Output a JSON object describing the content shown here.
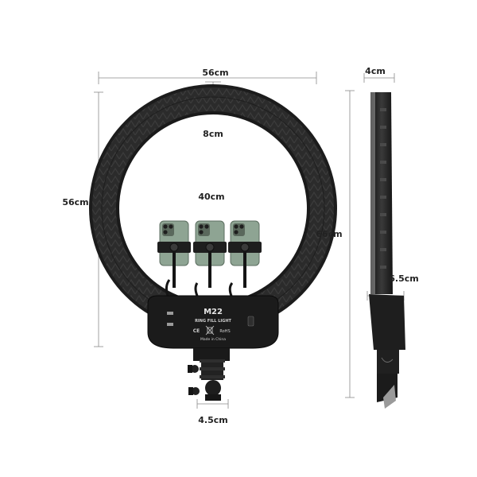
{
  "product": {
    "model": "M22",
    "subtitle": "RING FILL LIGHT",
    "certifications": [
      "CE",
      "RoHS"
    ],
    "origin": "Made in China",
    "panel_labels": [
      "",
      "",
      ""
    ]
  },
  "dimensions": {
    "ring_width": "56cm",
    "ring_band": "8cm",
    "ring_height": "56cm",
    "inner_diameter": "40cm",
    "total_height": "66cm",
    "depth": "4cm",
    "base_depth": "6.5cm",
    "mount_width": "4.5cm"
  },
  "colors": {
    "ring": "#2b2b2b",
    "phone": "#8ea493",
    "background": "#ffffff"
  }
}
